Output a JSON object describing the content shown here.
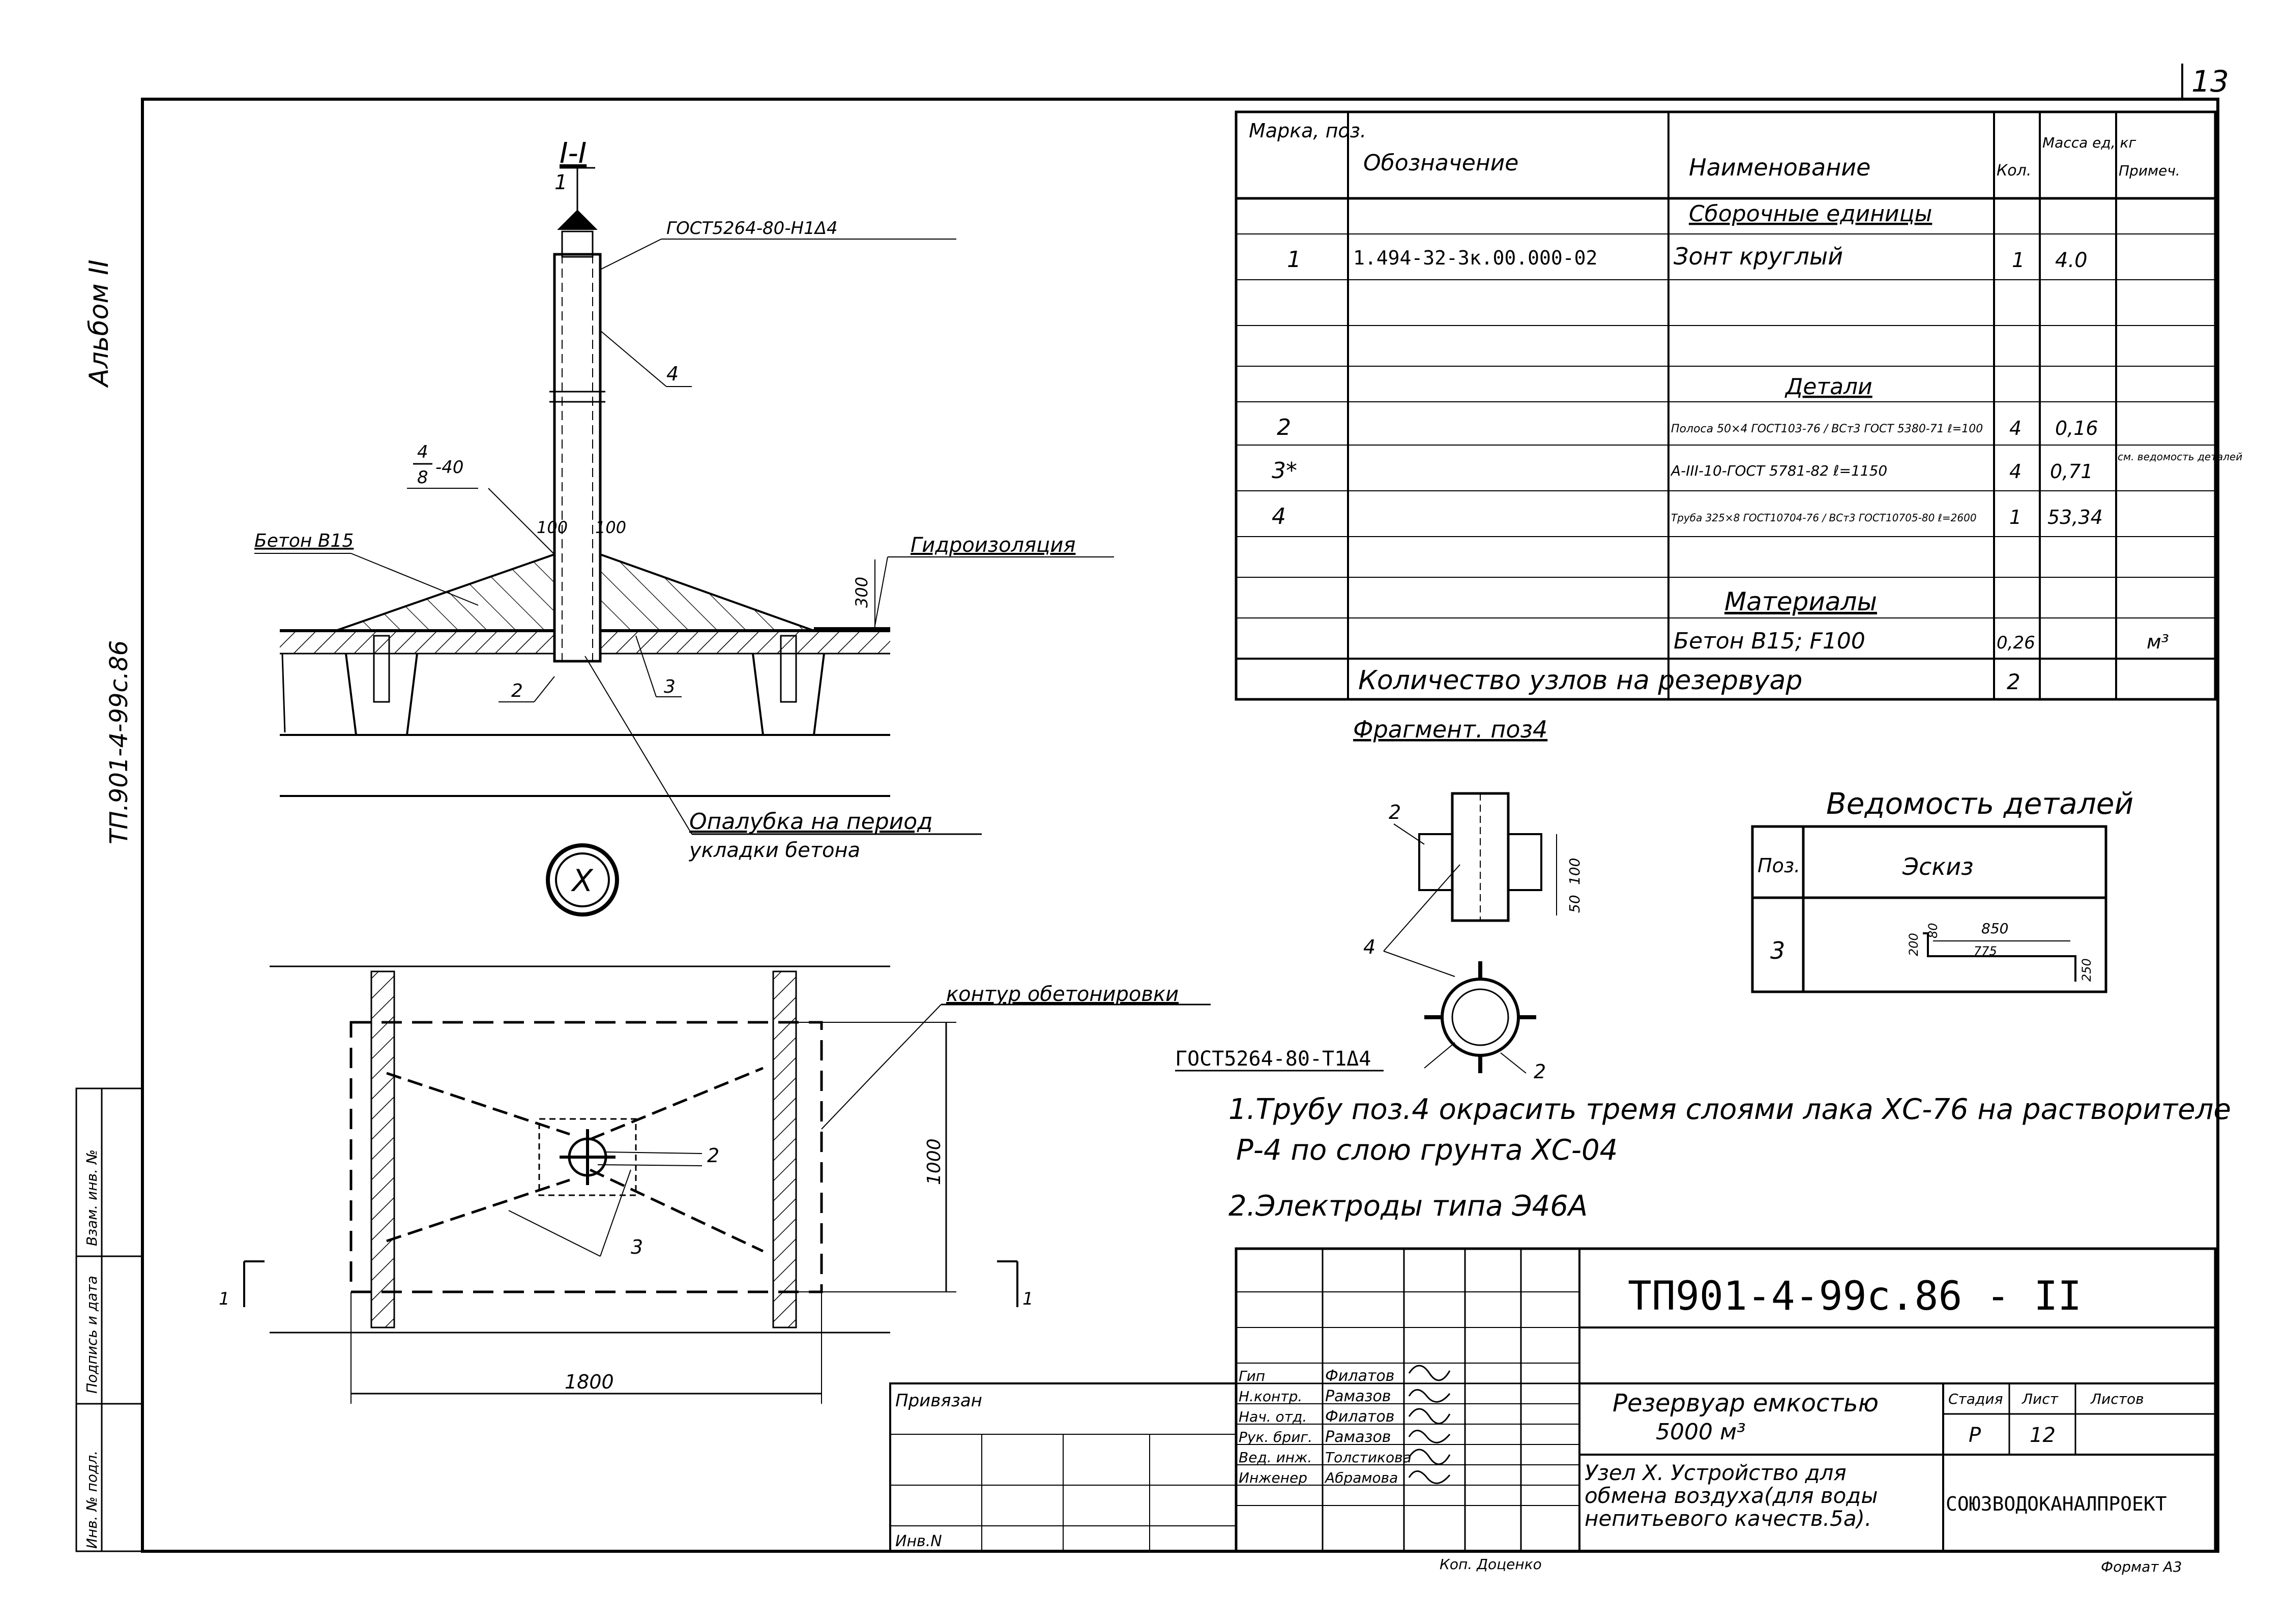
{
  "sheet": {
    "page_number": "13",
    "album": "Альбом II",
    "project_code_side": "ТП.901-4-99с.86",
    "format": "Формат А3",
    "copied_by": "Коп. Доценко"
  },
  "section_1_1": {
    "title": "I-I",
    "gost_label": "ГОСТ5264-80-Н1Δ4",
    "pos_1": "1",
    "pos_4": "4",
    "weld_fraction_top": "4",
    "weld_fraction_bottom": "8",
    "weld_dim": "-40",
    "dim_100_left": "100",
    "dim_100_right": "100",
    "concrete_label": "Бетон В15",
    "waterproofing_label": "Гидроизоляция",
    "dim_300": "300",
    "pos_2": "2",
    "pos_3": "3",
    "formwork_label_1": "Опалубка на период",
    "formwork_label_2": "укладки бетона"
  },
  "node_mark": "X",
  "plan_view": {
    "contour_label": "контур обетонировки",
    "pos_2": "2",
    "pos_3": "3",
    "dim_1000": "1000",
    "dim_1800": "1800",
    "cut_left": "1",
    "cut_right": "1"
  },
  "fragment": {
    "title": "Фрагмент. поз4",
    "pos_2": "2",
    "pos_4": "4",
    "dim_100": "100",
    "dim_50": "50",
    "gost_label": "ГОСТ5264-80-Т1Δ4",
    "pos_2b": "2"
  },
  "spec_table": {
    "headers": [
      "Марка, поз.",
      "Обозначение",
      "Наименование",
      "Кол.",
      "Масса ед, кг",
      "Примеч."
    ],
    "section_assembly": "Сборочные единицы",
    "section_details": "Детали",
    "section_materials": "Материалы",
    "rows": [
      {
        "pos": "1",
        "designation": "1.494-32-3к.00.000-02",
        "name": "Зонт круглый",
        "qty": "1",
        "mass": "4.0",
        "note": ""
      },
      {
        "pos": "2",
        "designation": "",
        "name": "Полоса 50×4 ГОСТ103-76 / ВСт3 ГОСТ 5380-71  ℓ=100",
        "qty": "4",
        "mass": "0,16",
        "note": ""
      },
      {
        "pos": "3*",
        "designation": "",
        "name": "А-III-10-ГОСТ 5781-82  ℓ=1150",
        "qty": "4",
        "mass": "0,71",
        "note": "см. ведомость деталей"
      },
      {
        "pos": "4",
        "designation": "",
        "name": "Труба 325×8 ГОСТ10704-76 / ВСт3 ГОСТ10705-80  ℓ=2600",
        "qty": "1",
        "mass": "53,34",
        "note": ""
      },
      {
        "pos": "",
        "designation": "",
        "name": "Бетон В15;  F100",
        "qty": "0,26",
        "mass": "",
        "note": "м³"
      }
    ],
    "footer_label": "Количество узлов на резервуар",
    "footer_qty": "2"
  },
  "details_list": {
    "title": "Ведомость деталей",
    "col_pos": "Поз.",
    "col_sketch": "Эскиз",
    "row_pos": "3",
    "dim_200": "200",
    "dim_80": "80",
    "dim_850": "850",
    "dim_775": "775",
    "dim_250": "250"
  },
  "notes": [
    "1.Трубу поз.4 окрасить тремя слоями лака ХС-76 на растворителе",
    "Р-4 по слою грунта ХС-04",
    "2.Электроды типа Э46А"
  ],
  "title_block": {
    "code": "ТП901-4-99с.86 - II",
    "object_1": "Резервуар емкостью",
    "object_2": "5000 м³",
    "drawing_1": "Узел X. Устройство для",
    "drawing_2": "обмена воздуха(для воды",
    "drawing_3": "непитьевого качеств.5а).",
    "col_stage": "Стадия",
    "col_sheet": "Лист",
    "col_sheets": "Листов",
    "stage": "Р",
    "sheet": "12",
    "org": "СОЮЗВОДОКАНАЛПРОЕКТ",
    "tied": "Привязан",
    "inv": "Инв.N",
    "roles": [
      "Гип",
      "Н.контр.",
      "Нач. отд.",
      "Рук. бриг.",
      "Вед. инж.",
      "Инженер"
    ],
    "names": [
      "Филатов",
      "Рамазов",
      "Филатов",
      "Рамазов",
      "Толстикова",
      "Абрамова"
    ]
  },
  "side_stamp": {
    "inv_orig": "Инв. № подл.",
    "sign_date": "Подпись и дата",
    "replaced": "Взам. инв. №"
  }
}
